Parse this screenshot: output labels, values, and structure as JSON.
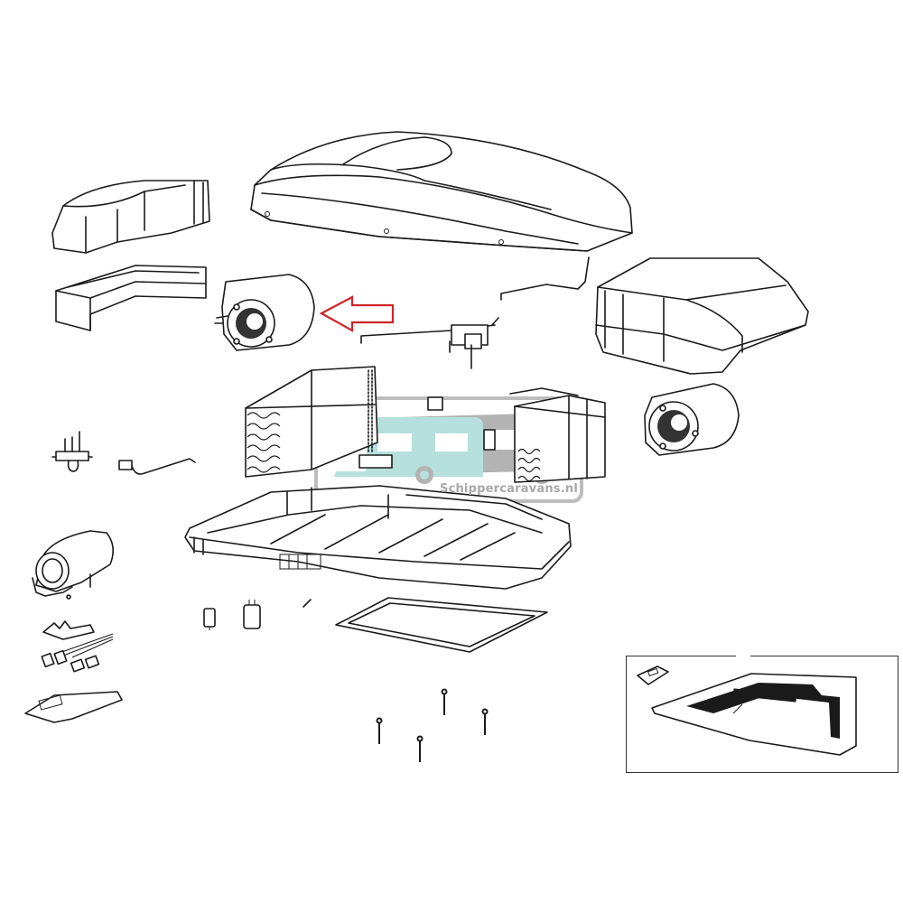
{
  "diagram": {
    "type": "exploded-parts-view",
    "subject": "RV roof air conditioner",
    "highlight": {
      "shape": "arrow-left",
      "color": "#d0232a",
      "points_to": "evaporator-blower-fan"
    },
    "parts": [
      {
        "id": "top-cover-shroud",
        "label": ""
      },
      {
        "id": "front-air-duct-upper",
        "label": ""
      },
      {
        "id": "front-air-duct-frame",
        "label": ""
      },
      {
        "id": "evaporator-blower-fan",
        "label": ""
      },
      {
        "id": "wiring-harness",
        "label": ""
      },
      {
        "id": "condenser-cover",
        "label": ""
      },
      {
        "id": "condenser-blower-fan",
        "label": ""
      },
      {
        "id": "evaporator-coil",
        "label": ""
      },
      {
        "id": "condenser-coil",
        "label": ""
      },
      {
        "id": "base-pan",
        "label": ""
      },
      {
        "id": "roof-gasket",
        "label": ""
      },
      {
        "id": "mounting-bolts",
        "label": ""
      },
      {
        "id": "valve-assembly",
        "label": ""
      },
      {
        "id": "thermostat-sensor",
        "label": ""
      },
      {
        "id": "compressor",
        "label": ""
      },
      {
        "id": "bracket",
        "label": ""
      },
      {
        "id": "capacitors-small",
        "label": ""
      },
      {
        "id": "mounting-plate",
        "label": ""
      },
      {
        "id": "capacitor-1",
        "label": ""
      },
      {
        "id": "capacitor-2",
        "label": ""
      },
      {
        "id": "ceiling-distribution-box",
        "label": ""
      },
      {
        "id": "remote-control",
        "label": ""
      }
    ]
  },
  "watermark": {
    "text": "Schippercaravans.nl",
    "colors": {
      "caravan": "#b6e0dc",
      "motorhome": "#b3b3b3",
      "frame": "#bdbdbd",
      "headlight": "#f2e07a"
    }
  }
}
